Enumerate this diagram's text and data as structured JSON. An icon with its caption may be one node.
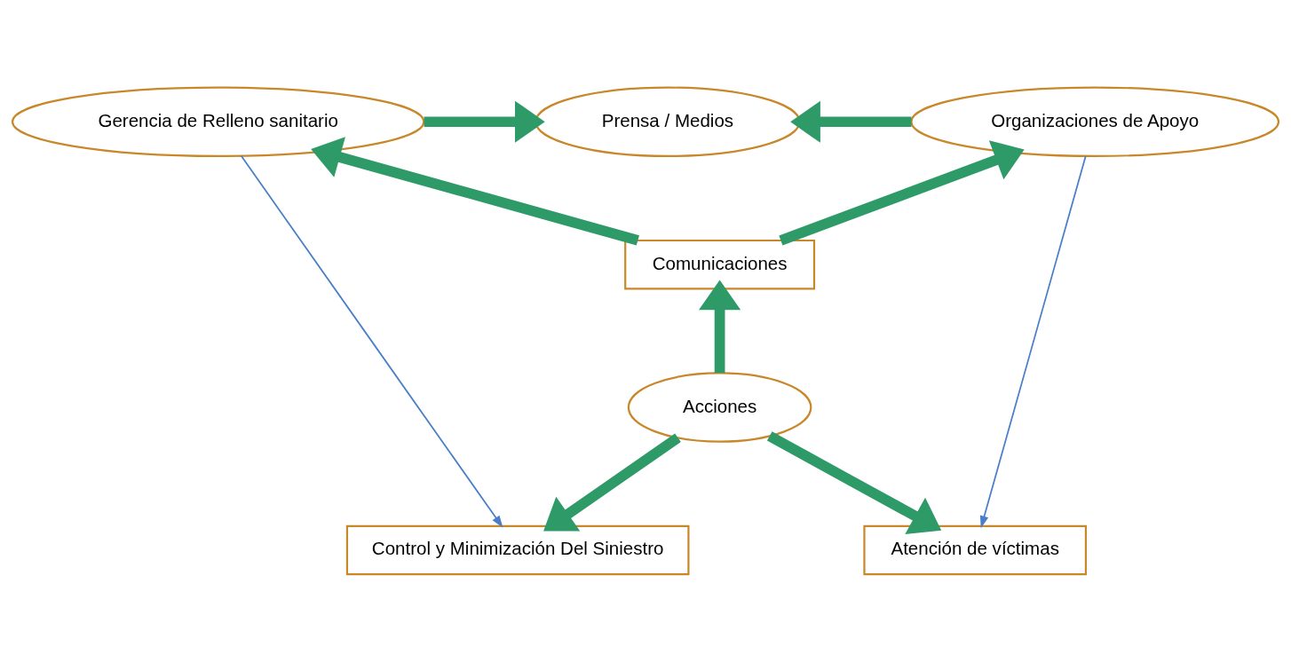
{
  "diagram": {
    "nodes": [
      {
        "text": [
          "Gerencia de Relleno sanitario"
        ]
      },
      {
        "text": [
          "Prensa / Medios"
        ]
      },
      {
        "text": [
          "Organizaciones de Apoyo"
        ]
      },
      {
        "text": [
          "Comunicaciones"
        ]
      },
      {
        "text": [
          "Acciones"
        ]
      },
      {
        "text": [
          "Control y Minimización Del Siniestro"
        ]
      },
      {
        "text": [
          "Atención de víctimas"
        ]
      }
    ],
    "edges": [
      {
        "from": 0,
        "to": 1,
        "arrow": "to"
      },
      {
        "from": 2,
        "to": 1,
        "arrow": "to"
      },
      {
        "from": 3,
        "to": 0,
        "arrow": "to"
      },
      {
        "from": 3,
        "to": 2,
        "arrow": "to"
      },
      {
        "from": 4,
        "to": 3,
        "arrow": "to"
      },
      {
        "from": 4,
        "to": 5,
        "arrow": "to"
      },
      {
        "from": 4,
        "to": 6,
        "arrow": "to"
      },
      {
        "from": 0,
        "to": 5,
        "arrow": "to",
        "color": "#4a7fc8"
      },
      {
        "from": 2,
        "to": 6,
        "arrow": "to",
        "color": "#4a7fc8"
      }
    ]
  }
}
